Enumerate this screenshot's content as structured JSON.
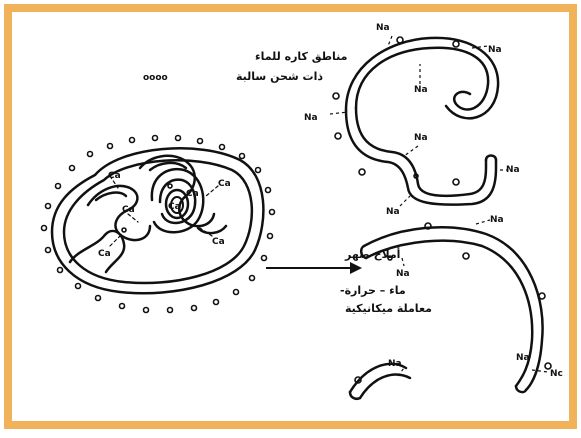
{
  "labels": {
    "hydrophobic_line1": "مناطق كاره للماء",
    "hydrophobic_line2": "ذات شحن سالبة",
    "hydrophobic_dots": "oooo",
    "arrow_top": "أملاح صهر",
    "arrow_bottom1": "ماء – حرارة-",
    "arrow_bottom2": "معاملة  ميكانيكية"
  },
  "ions": {
    "ca": [
      "Ca",
      "Ca",
      "Ca",
      "Ca",
      "Ca",
      "Ca",
      "Ca"
    ],
    "na": [
      "Na",
      "Na",
      "Na",
      "Na",
      "Na",
      "Na",
      "Na",
      "Na",
      "Na",
      "Na",
      "Na",
      "Nc"
    ]
  },
  "colors": {
    "frame_border": "#f2b25a",
    "line": "#111111"
  }
}
